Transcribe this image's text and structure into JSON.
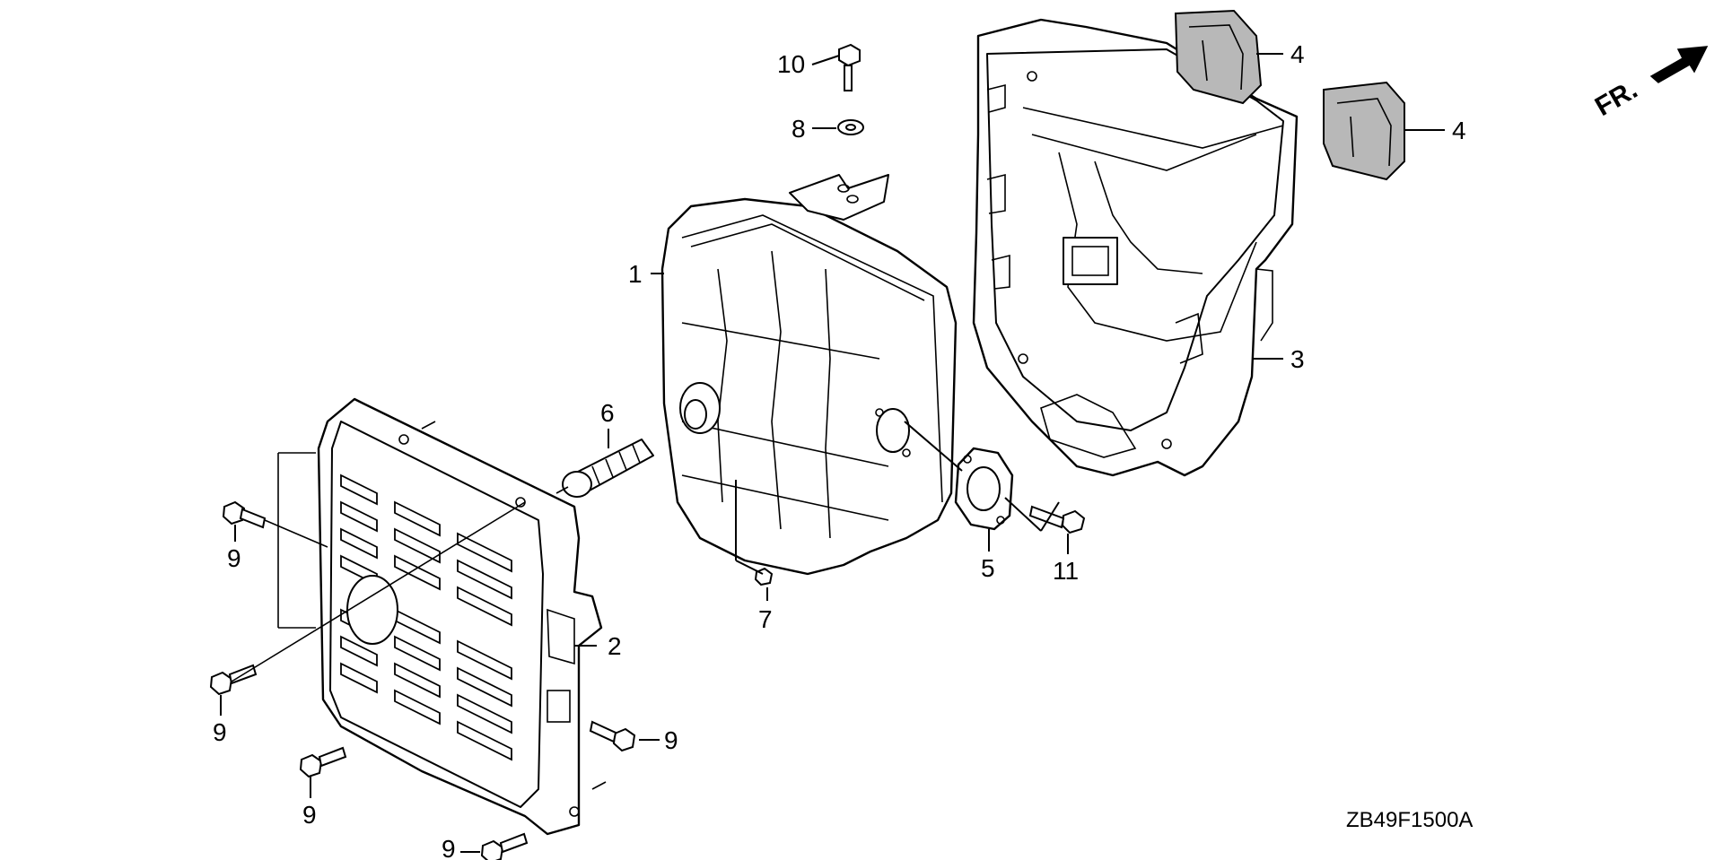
{
  "diagram": {
    "orientation_label": "FR.",
    "drawing_code": "ZB49F1500A",
    "callouts": [
      {
        "id": "c1",
        "text": "1"
      },
      {
        "id": "c2",
        "text": "2"
      },
      {
        "id": "c3",
        "text": "3"
      },
      {
        "id": "c4a",
        "text": "4"
      },
      {
        "id": "c4b",
        "text": "4"
      },
      {
        "id": "c5",
        "text": "5"
      },
      {
        "id": "c6",
        "text": "6"
      },
      {
        "id": "c7",
        "text": "7"
      },
      {
        "id": "c8",
        "text": "8"
      },
      {
        "id": "c9a",
        "text": "9"
      },
      {
        "id": "c9b",
        "text": "9"
      },
      {
        "id": "c9c",
        "text": "9"
      },
      {
        "id": "c9d",
        "text": "9"
      },
      {
        "id": "c9e",
        "text": "9"
      },
      {
        "id": "c10",
        "text": "10"
      },
      {
        "id": "c11",
        "text": "11"
      }
    ]
  }
}
